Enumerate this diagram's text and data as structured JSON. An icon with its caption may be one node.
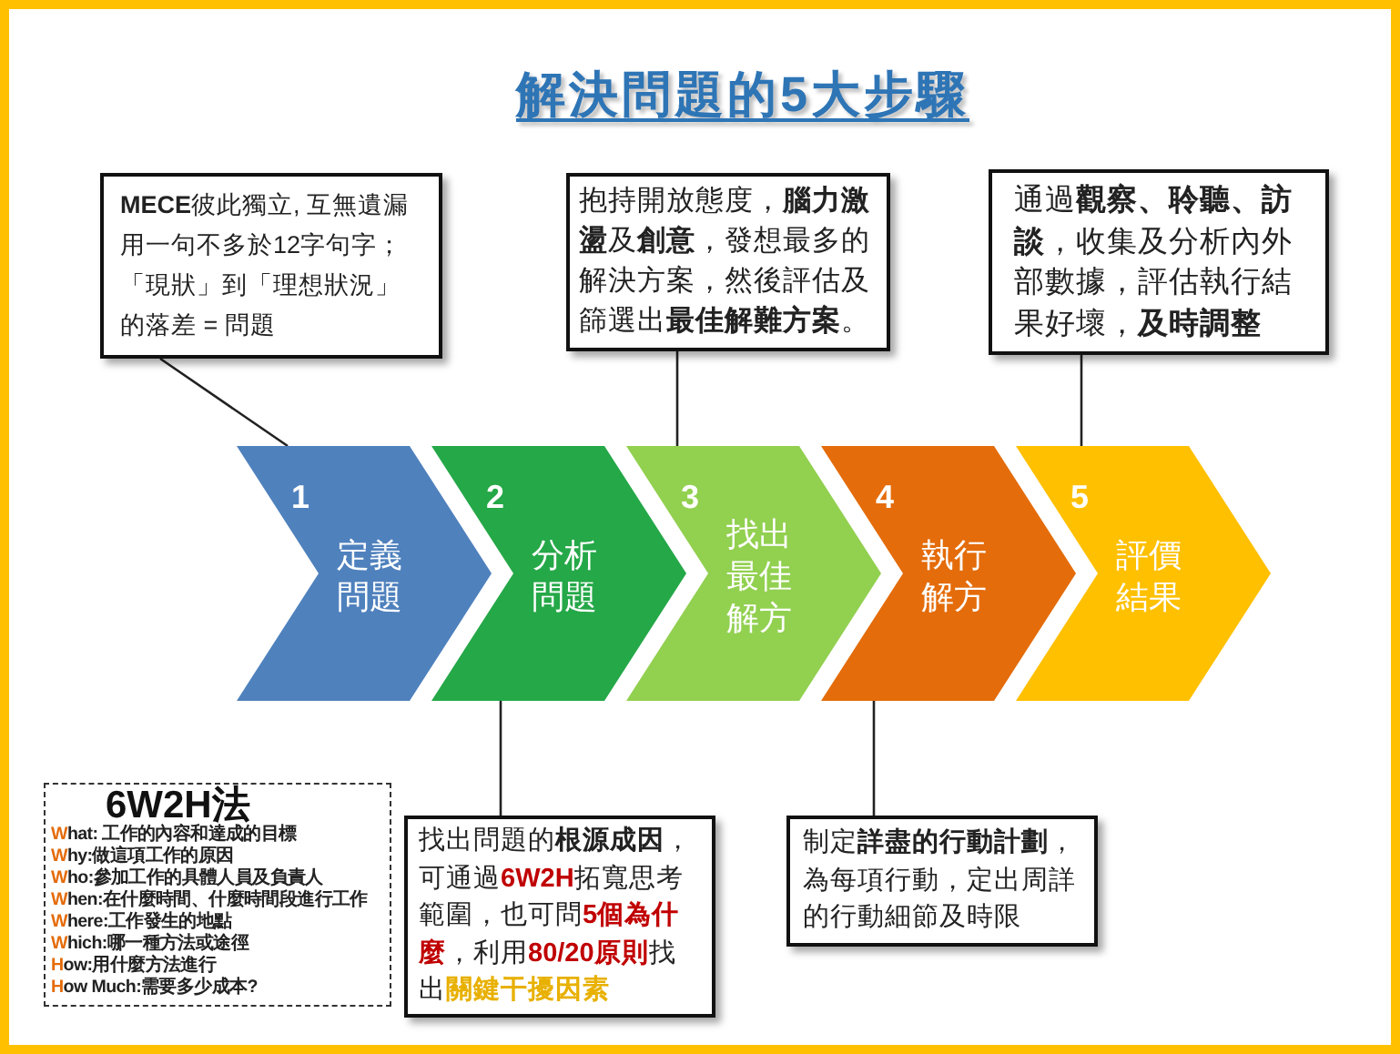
{
  "diagram": {
    "title": "解決問題的5大步驟",
    "nodes": [
      {
        "text": [
          "**MECE**彼此獨立, 互無遺漏用一句不多於12字句字；「現狀」到「理想狀況」的落差 = 問題"
        ]
      },
      {
        "text": [
          "抱持開放態度，**腦力激盪**及**創意**，發想最多的解決方案，然後評估及篩選出**最佳解難方案**。"
        ]
      },
      {
        "text": [
          "通過**觀察、聆聽、訪談**，收集及分析內外部數據，評估執行結果好壞，**及時調整**"
        ]
      },
      {
        "text": [
          "1",
          "定義問題"
        ]
      },
      {
        "text": [
          "2",
          "分析問題"
        ]
      },
      {
        "text": [
          "3",
          "找出最佳解方"
        ]
      },
      {
        "text": [
          "4",
          "執行解方"
        ]
      },
      {
        "text": [
          "5",
          "評價結果"
        ]
      },
      {
        "text": [
          "6W2H法",
          "What: 工作的內容和達成的目標",
          "Why:做這項工作的原因",
          "Who:參加工作的具體人員及負責人",
          "When:在什麼時間、什麼時間段進行工作",
          "Where:工作發生的地點",
          "Which:哪一種方法或途徑",
          "How:用什麼方法進行",
          "How Much:需要多少成本?"
        ]
      },
      {
        "text": [
          "找出問題的**根源成因**，可通過**6W2H**拓寬思考範圍，也可問**5個為什麼**，利用**80/20原則**找出**關鍵干擾因素**"
        ]
      },
      {
        "text": [
          "制定**詳盡的行動計劃**，為每項行動，定出周詳的行動細節及時限"
        ]
      }
    ],
    "edges": [
      {
        "from": 0,
        "to": 3,
        "arrow": "none"
      },
      {
        "from": 1,
        "to": 5,
        "arrow": "none"
      },
      {
        "from": 2,
        "to": 7,
        "arrow": "none"
      },
      {
        "from": 9,
        "to": 4,
        "arrow": "none"
      },
      {
        "from": 10,
        "to": 6,
        "arrow": "none"
      }
    ]
  }
}
